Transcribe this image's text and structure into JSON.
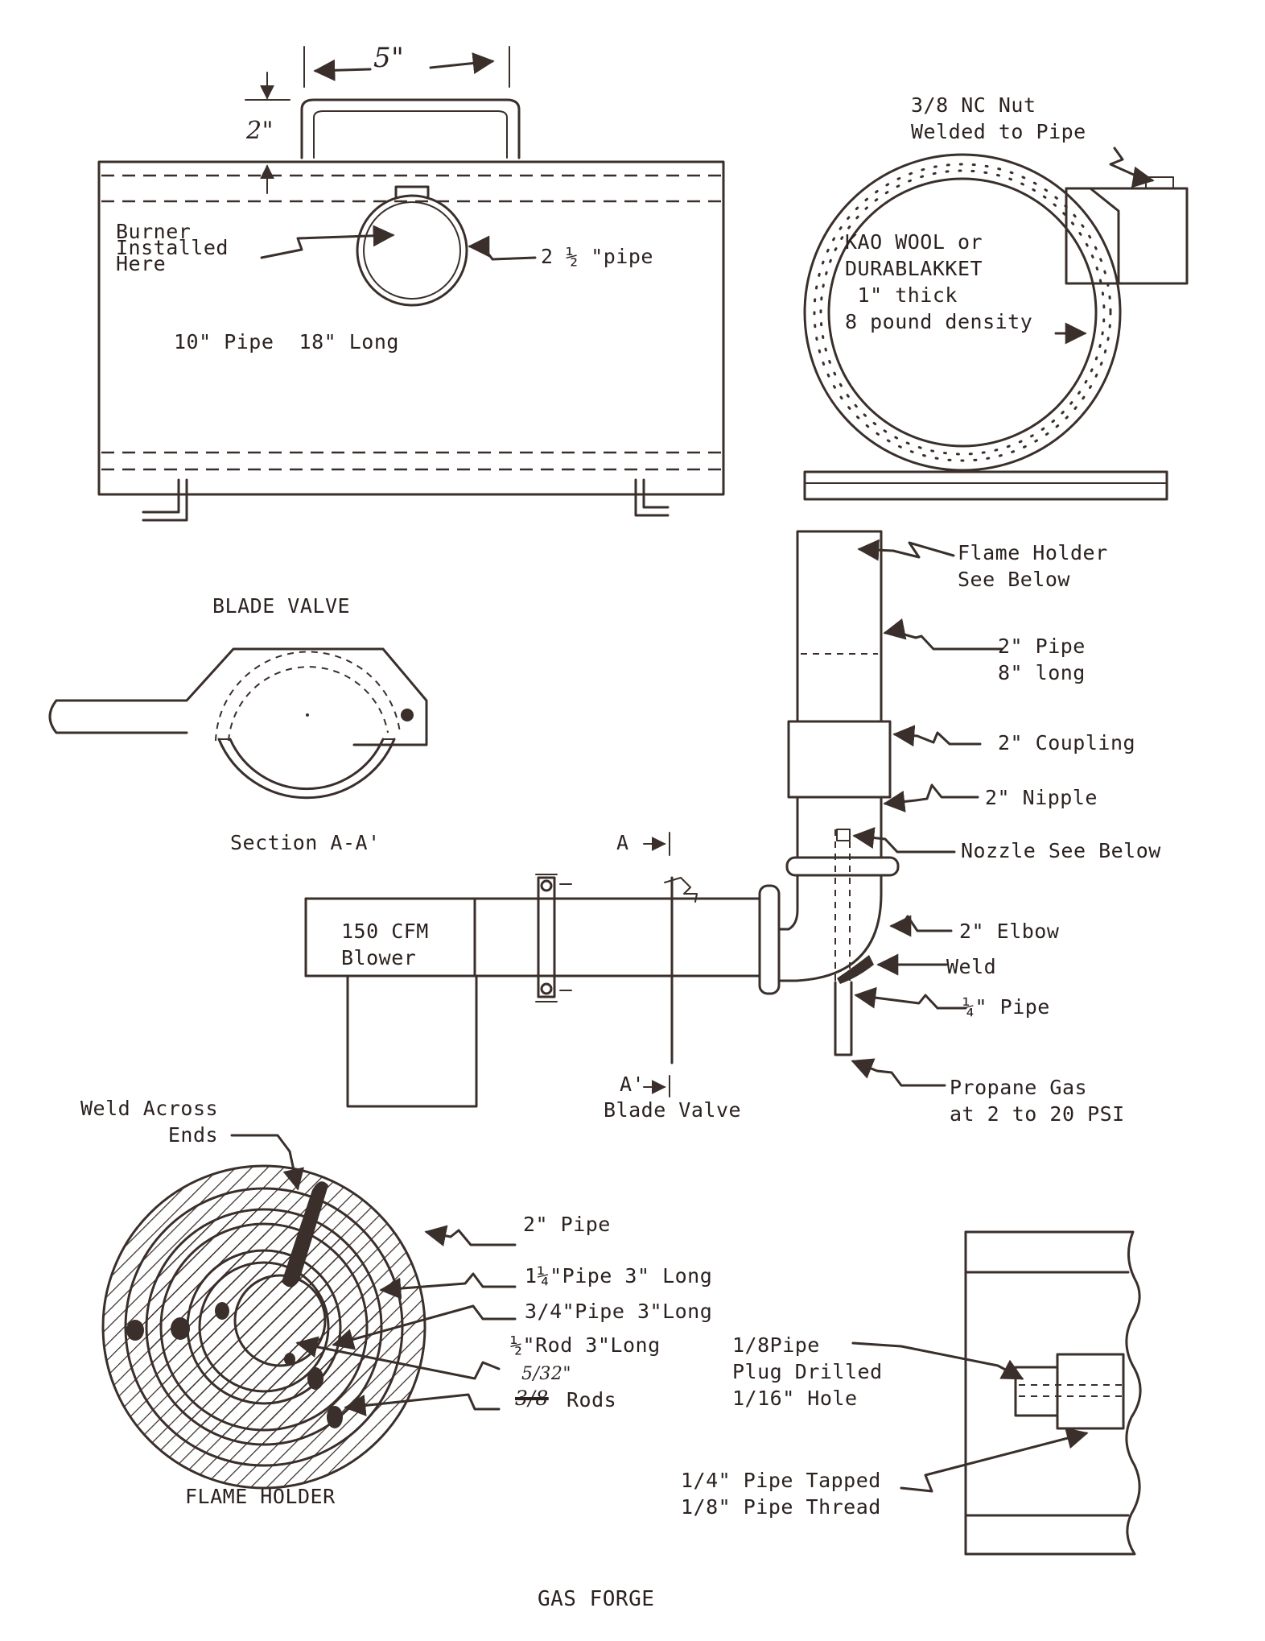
{
  "title": "GAS FORGE",
  "colors": {
    "ink": "#3a2f2a",
    "paper": "#ffffff"
  },
  "forge_body": {
    "dim_width": "5\"",
    "dim_height": "2\"",
    "burner_label": "Burner\nInstalled\nHere",
    "pipe_label": "2 ½ \"pipe",
    "body_label": "10\" Pipe  18\" Long"
  },
  "end_view": {
    "nut_label": "3/8 NC Nut\nWelded to Pipe",
    "insulation_label": "KAO WOOL or\nDURABLAKKET\n 1\" thick\n8 pound density"
  },
  "blade_valve": {
    "title": "BLADE VALVE",
    "section_label": "Section A-A'"
  },
  "burner_assembly": {
    "flame_holder_label": "Flame Holder\nSee Below",
    "pipe_label": "2\" Pipe\n8\" long",
    "coupling_label": "2\" Coupling",
    "nipple_label": "2\" Nipple",
    "nozzle_label": "Nozzle See Below",
    "elbow_label": "2\" Elbow",
    "weld_label": "Weld",
    "quarter_pipe_label": "¼\" Pipe",
    "propane_label": "Propane Gas\nat 2 to 20 PSI",
    "blower_label": "150 CFM\nBlower",
    "section_a": "A",
    "section_a_prime": "A'",
    "blade_valve_label": "Blade Valve"
  },
  "flame_holder": {
    "weld_label": "Weld Across\n       Ends",
    "pipe_2_label": "2\" Pipe",
    "pipe_125_label": "1¼\"Pipe 3\" Long",
    "pipe_075_label": "3/4\"Pipe 3\"Long",
    "rod_label": "½\"Rod 3\"Long",
    "rods_note": "5/32\"",
    "rods_crossed": "3/8",
    "rods_label": "Rods",
    "title": "FLAME HOLDER"
  },
  "nozzle": {
    "plug_label": "1/8Pipe\nPlug Drilled\n1/16\" Hole",
    "tapped_label": "1/4\" Pipe Tapped\n1/8\" Pipe Thread"
  }
}
